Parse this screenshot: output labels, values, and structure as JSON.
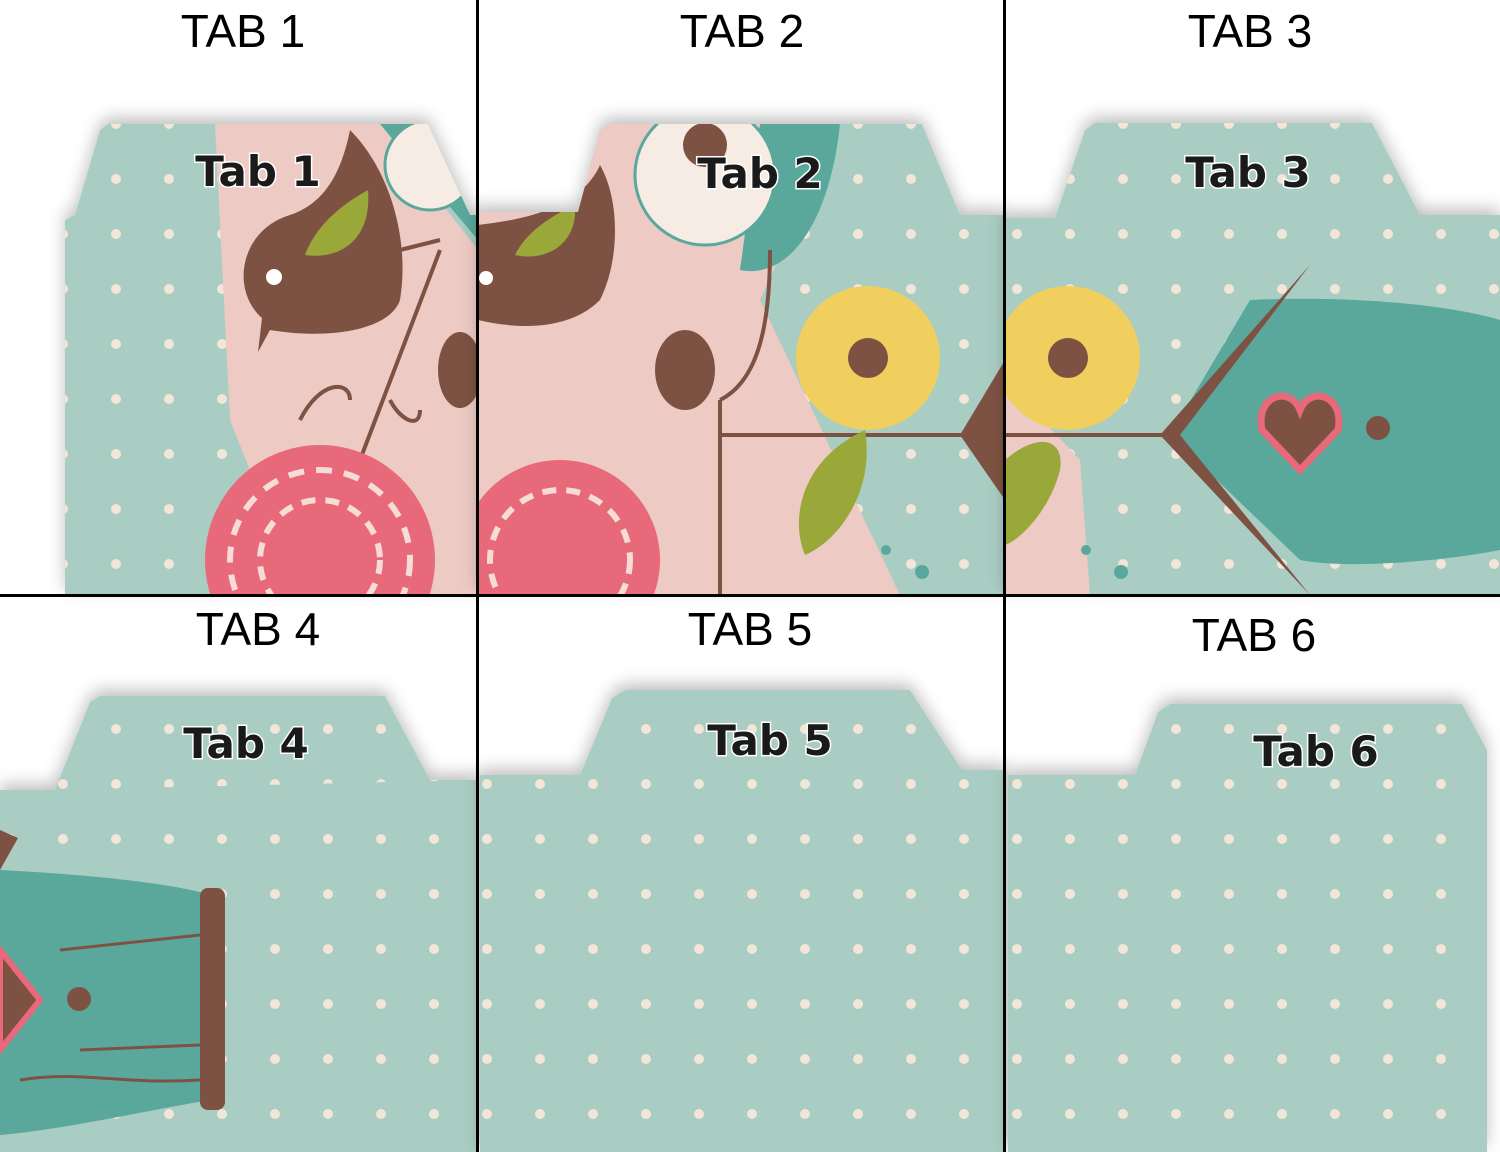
{
  "headings": [
    "TAB 1",
    "TAB 2",
    "TAB 3",
    "TAB 4",
    "TAB 5",
    "TAB 6"
  ],
  "tab_labels": [
    "Tab 1",
    "Tab 2",
    "Tab 3",
    "Tab 4",
    "Tab 5",
    "Tab 6"
  ],
  "colors": {
    "teal": "#a9cdc2",
    "dark_teal": "#5aa89c",
    "dot": "#f3e6d8",
    "pink": "#eecac4",
    "brown": "#7e5242",
    "flower_pink": "#e8697a",
    "yellow": "#f1cf5f",
    "green": "#9aa83a",
    "grid_line": "#000000"
  }
}
